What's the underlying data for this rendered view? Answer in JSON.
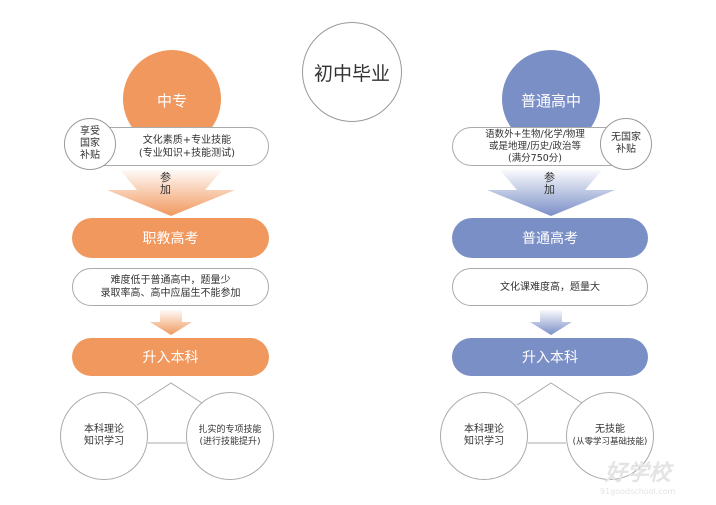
{
  "title": "初中毕业",
  "colors": {
    "orange": "#F0985E",
    "blue": "#7B8FC7"
  },
  "left": {
    "top": "中专",
    "subsidy": "享受国家补贴",
    "subsidy_lines": [
      "享受",
      "国家",
      "补贴"
    ],
    "exam_content": [
      "文化素质+专业技能",
      "(专业知识+技能测试)"
    ],
    "arrow_label": [
      "参",
      "加"
    ],
    "exam": "职教高考",
    "note": [
      "难度低于普通高中，题量少",
      "录取率高、高中应届生不能参加"
    ],
    "result": "升入本科",
    "branches": [
      {
        "lines": [
          "本科理论",
          "知识学习"
        ]
      },
      {
        "lines": [
          "扎实的专项技能",
          "(进行技能提升)"
        ]
      }
    ]
  },
  "right": {
    "top": "普通高中",
    "subsidy_lines": [
      "无国家",
      "补贴"
    ],
    "exam_content": [
      "语数外+生物/化学/物理",
      "或是地理/历史/政治等",
      "(满分750分)"
    ],
    "arrow_label": [
      "参",
      "加"
    ],
    "exam": "普通高考",
    "note": [
      "文化课难度高，题量大"
    ],
    "result": "升入本科",
    "branches": [
      {
        "lines": [
          "本科理论",
          "知识学习"
        ]
      },
      {
        "lines": [
          "无技能",
          "(从零学习基础技能)"
        ]
      }
    ]
  },
  "watermark": {
    "logo": "好学校",
    "url": "91goodschool.com"
  }
}
